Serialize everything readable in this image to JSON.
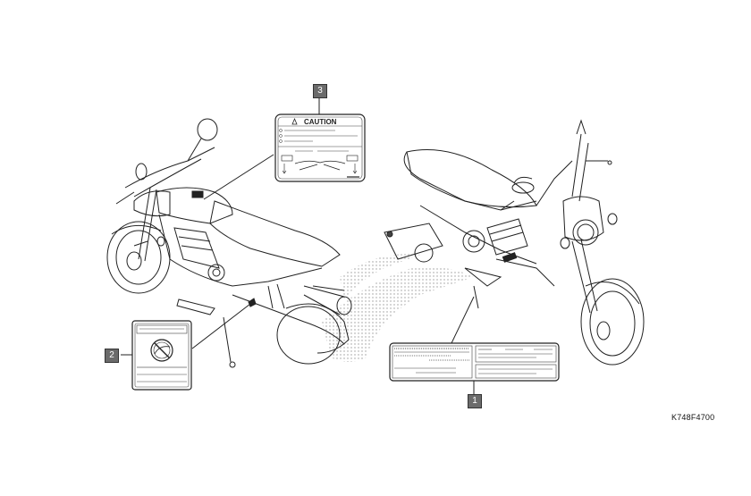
{
  "diagram": {
    "figure_code": "K748F4700",
    "callouts": [
      {
        "number": "1",
        "label_type": "information-label"
      },
      {
        "number": "2",
        "label_type": "no-fuel-icon-label"
      },
      {
        "number": "3",
        "label_type": "caution-label"
      }
    ],
    "caution_label": {
      "title": "CAUTION",
      "icon": "warning-triangle-icon"
    },
    "colors": {
      "line": "#222222",
      "badge_fill": "#6b6b6b",
      "badge_text": "#ffffff",
      "background": "#ffffff"
    }
  }
}
